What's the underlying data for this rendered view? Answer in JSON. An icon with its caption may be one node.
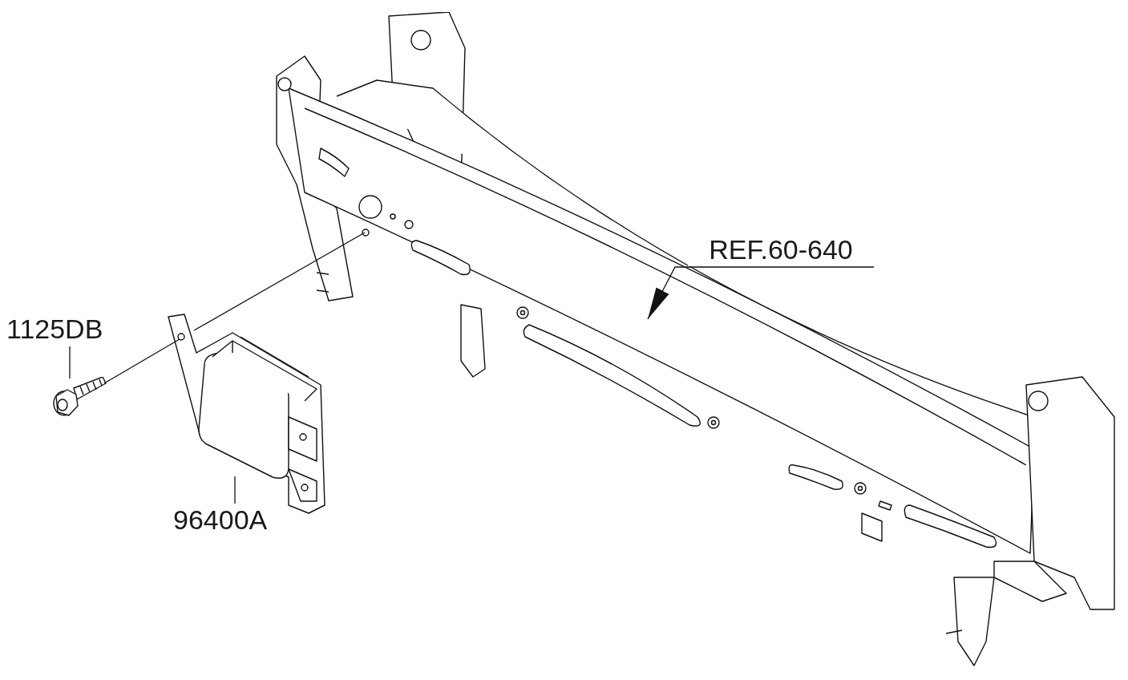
{
  "diagram": {
    "nodes": [
      {
        "text": [],
        "shape": "picture"
      },
      {
        "text": [
          "REF.60-640"
        ]
      },
      {
        "text": [
          "1125DB"
        ]
      },
      {
        "text": [],
        "shape": "picture"
      },
      {
        "text": [],
        "shape": "picture"
      },
      {
        "text": [
          "96400A"
        ]
      }
    ],
    "edges": [
      {
        "from": 1,
        "to": 0,
        "arrow": "to"
      },
      {
        "from": 2,
        "to": 3,
        "arrow": "none"
      },
      {
        "from": 5,
        "to": 4,
        "arrow": "none"
      },
      {
        "from": 3,
        "to": 4,
        "arrow": "none"
      },
      {
        "from": 4,
        "to": 0,
        "arrow": "none"
      }
    ]
  }
}
